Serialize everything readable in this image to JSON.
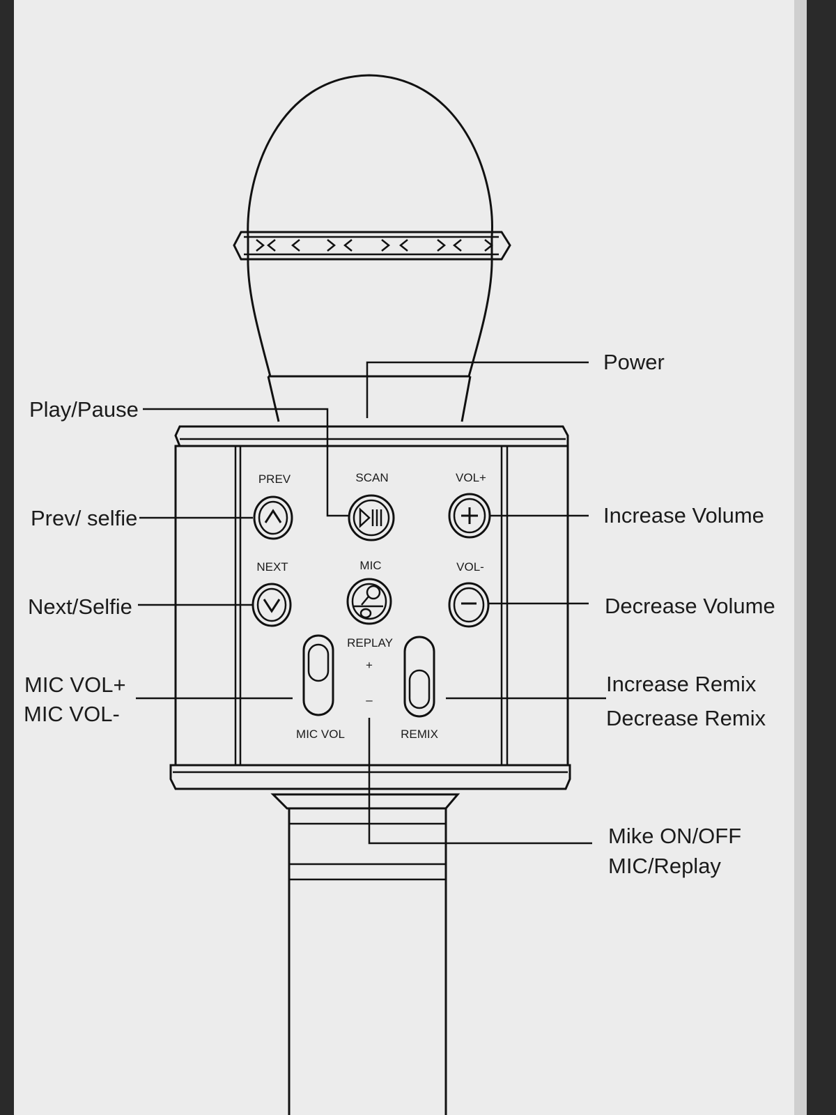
{
  "callouts": {
    "power": "Power",
    "play_pause": "Play/Pause",
    "prev_selfie": "Prev/ selfie",
    "next_selfie": "Next/Selfie",
    "mic_vol_plus": "MIC VOL+",
    "mic_vol_minus": "MIC VOL-",
    "increase_volume": "Increase Volume",
    "decrease_volume": "Decrease Volume",
    "increase_remix": "Increase Remix",
    "decrease_remix": "Decrease Remix",
    "mike_on_off": "Mike ON/OFF",
    "mic_replay": "MIC/Replay"
  },
  "buttons": {
    "prev": "PREV",
    "scan": "SCAN",
    "vol_plus": "VOL+",
    "next": "NEXT",
    "mic": "MIC",
    "vol_minus": "VOL-",
    "replay": "REPLAY",
    "plus": "+",
    "minus": "–",
    "mic_vol": "MIC VOL",
    "remix": "REMIX"
  },
  "colors": {
    "paper": "#ededed",
    "ink": "#111111",
    "backdrop": "#2a2a2a"
  }
}
